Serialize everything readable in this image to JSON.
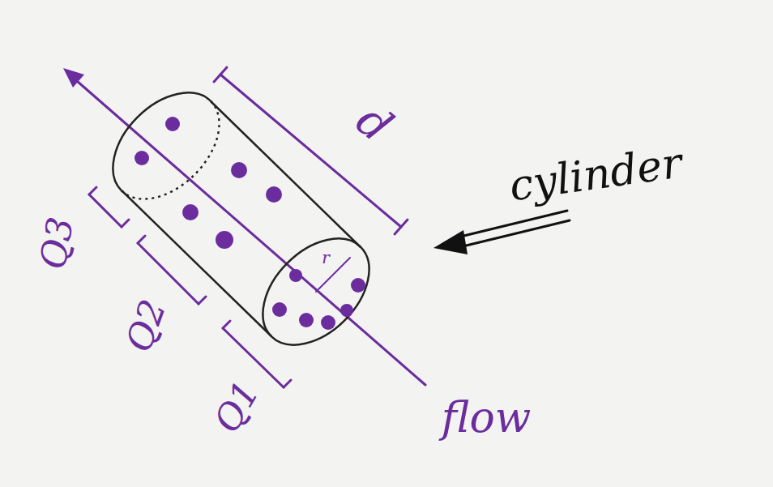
{
  "diagram": {
    "labels": [
      "d",
      "cylinder",
      "r",
      "Q3",
      "Q2",
      "Q1",
      "flow"
    ]
  }
}
